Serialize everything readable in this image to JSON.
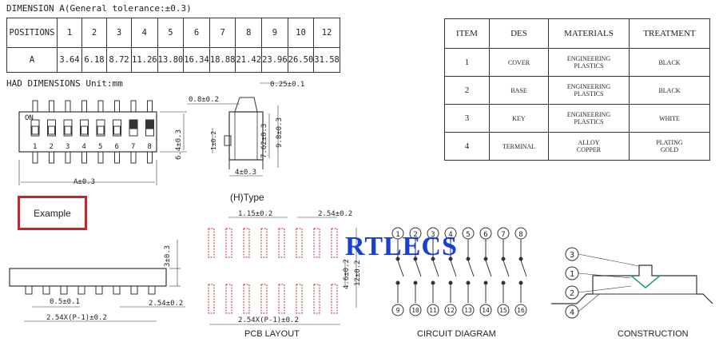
{
  "dimension_table": {
    "title": "DIMENSION A(General tolerance:±0.3)",
    "header_label": "POSITIONS",
    "row_label": "A",
    "positions": [
      "1",
      "2",
      "3",
      "4",
      "5",
      "6",
      "7",
      "8",
      "9",
      "10",
      "12"
    ],
    "values": [
      "3.64",
      "6.18",
      "8.72",
      "11.26",
      "13.80",
      "16.34",
      "18.88",
      "21.42",
      "23.96",
      "26.50",
      "31.58"
    ]
  },
  "materials_table": {
    "headers": [
      "ITEM",
      "DES",
      "MATERIALS",
      "TREATMENT"
    ],
    "rows": [
      {
        "item": "1",
        "des": "COVER",
        "materials": [
          "ENGINEERING",
          "PLASTICS"
        ],
        "treatment": [
          "BLACK"
        ]
      },
      {
        "item": "2",
        "des": "BASE",
        "materials": [
          "ENGINEERING",
          "PLASTICS"
        ],
        "treatment": [
          "BLACK"
        ]
      },
      {
        "item": "3",
        "des": "KEY",
        "materials": [
          "ENGINEERING",
          "PLASTICS"
        ],
        "treatment": [
          "WHITE"
        ]
      },
      {
        "item": "4",
        "des": "TERMINAL",
        "materials": [
          "ALLOY",
          "COPPER"
        ],
        "treatment": [
          "PLATING",
          "GOLD"
        ]
      }
    ]
  },
  "had_title": "HAD DIMENSIONS Unit:mm",
  "top_view": {
    "on_label": "ON",
    "switch_numbers": [
      "1",
      "2",
      "3",
      "4",
      "5",
      "6",
      "7",
      "8"
    ],
    "dim_height": "6.4±0.3",
    "dim_width": "A±0.3"
  },
  "side_view": {
    "dim_top": "0.25±0.1",
    "dim_pin": "0.8±0.2",
    "dim_inner": "7.62±0.3",
    "dim_outer": "9.8±0.3",
    "dim_lead": "1±0.2",
    "dim_base": "4±0.3"
  },
  "example_label": "Example",
  "type_label": "(H)Type",
  "front_view": {
    "dim_height": "3±0.3",
    "dim_pin_width": "0.5±0.1",
    "dim_pitch": "2.54±0.2",
    "dim_length": "2.54X(P-1)±0.2"
  },
  "pcb_layout": {
    "caption": "PCB LAYOUT",
    "dim_pad": "1.15±0.2",
    "dim_pitch": "2.54±0.2",
    "dim_pad_h": "4.6±0.2",
    "dim_row": "12±0.2",
    "dim_length": "2.54X(P-1)±0.2"
  },
  "watermark": "RTLECS",
  "circuit_diagram": {
    "caption": "CIRCUIT DIAGRAM",
    "top_pins": [
      "1",
      "2",
      "3",
      "4",
      "5",
      "6",
      "7",
      "8"
    ],
    "bottom_pins": [
      "9",
      "10",
      "11",
      "12",
      "13",
      "14",
      "15",
      "16"
    ]
  },
  "construction": {
    "caption": "CONSTRUCTION",
    "callouts": [
      "3",
      "1",
      "2",
      "4"
    ]
  }
}
